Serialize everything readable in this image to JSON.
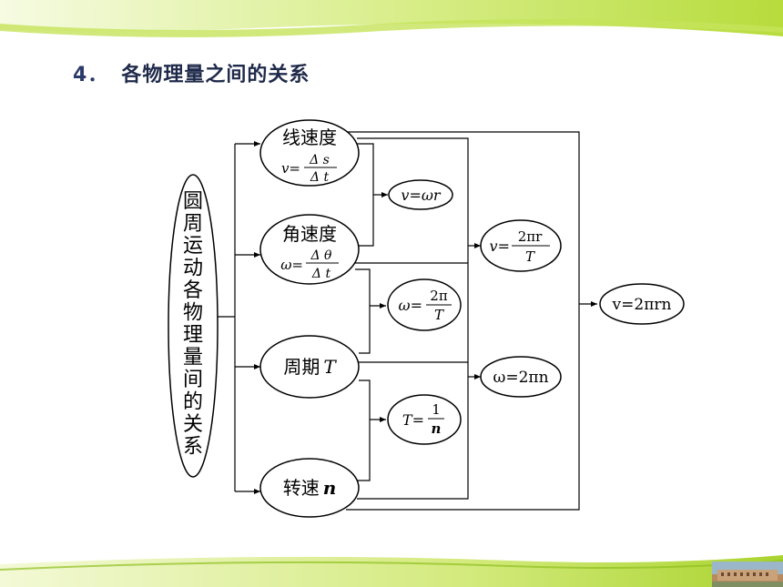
{
  "slide": {
    "number": "4．",
    "title": "各物理量之间的关系"
  },
  "diagram": {
    "root_label": [
      "圆",
      "周",
      "运",
      "动",
      "各",
      "物",
      "理",
      "量",
      "间",
      "的",
      "关",
      "系"
    ],
    "linear_velocity": {
      "name": "线速度",
      "formula_lhs": "v=",
      "num": "Δ s",
      "den": "Δ t"
    },
    "angular_velocity": {
      "name": "角速度",
      "formula_lhs": "ω=",
      "num": "Δ θ",
      "den": "Δ t"
    },
    "period": {
      "name": "周期",
      "symbol": "T"
    },
    "rotation_speed": {
      "name": "转速",
      "symbol": "n"
    },
    "f_v_wr": "v=ωr",
    "f_w_2pi_T": {
      "lhs": "ω=",
      "num": "2π",
      "den": "T"
    },
    "f_T_1_n": {
      "lhs": "T=",
      "num": "1",
      "den": "n"
    },
    "f_v_2pir_T": {
      "lhs": "v=",
      "num": "2πr",
      "den": "T"
    },
    "f_w_2pin": "ω=2πn",
    "f_v_2pirn": "v=2πrn"
  },
  "colors": {
    "band_light": "#eef7c0",
    "band_mid": "#c8e36a",
    "band_dark": "#8fbf1f",
    "line": "#000000"
  }
}
